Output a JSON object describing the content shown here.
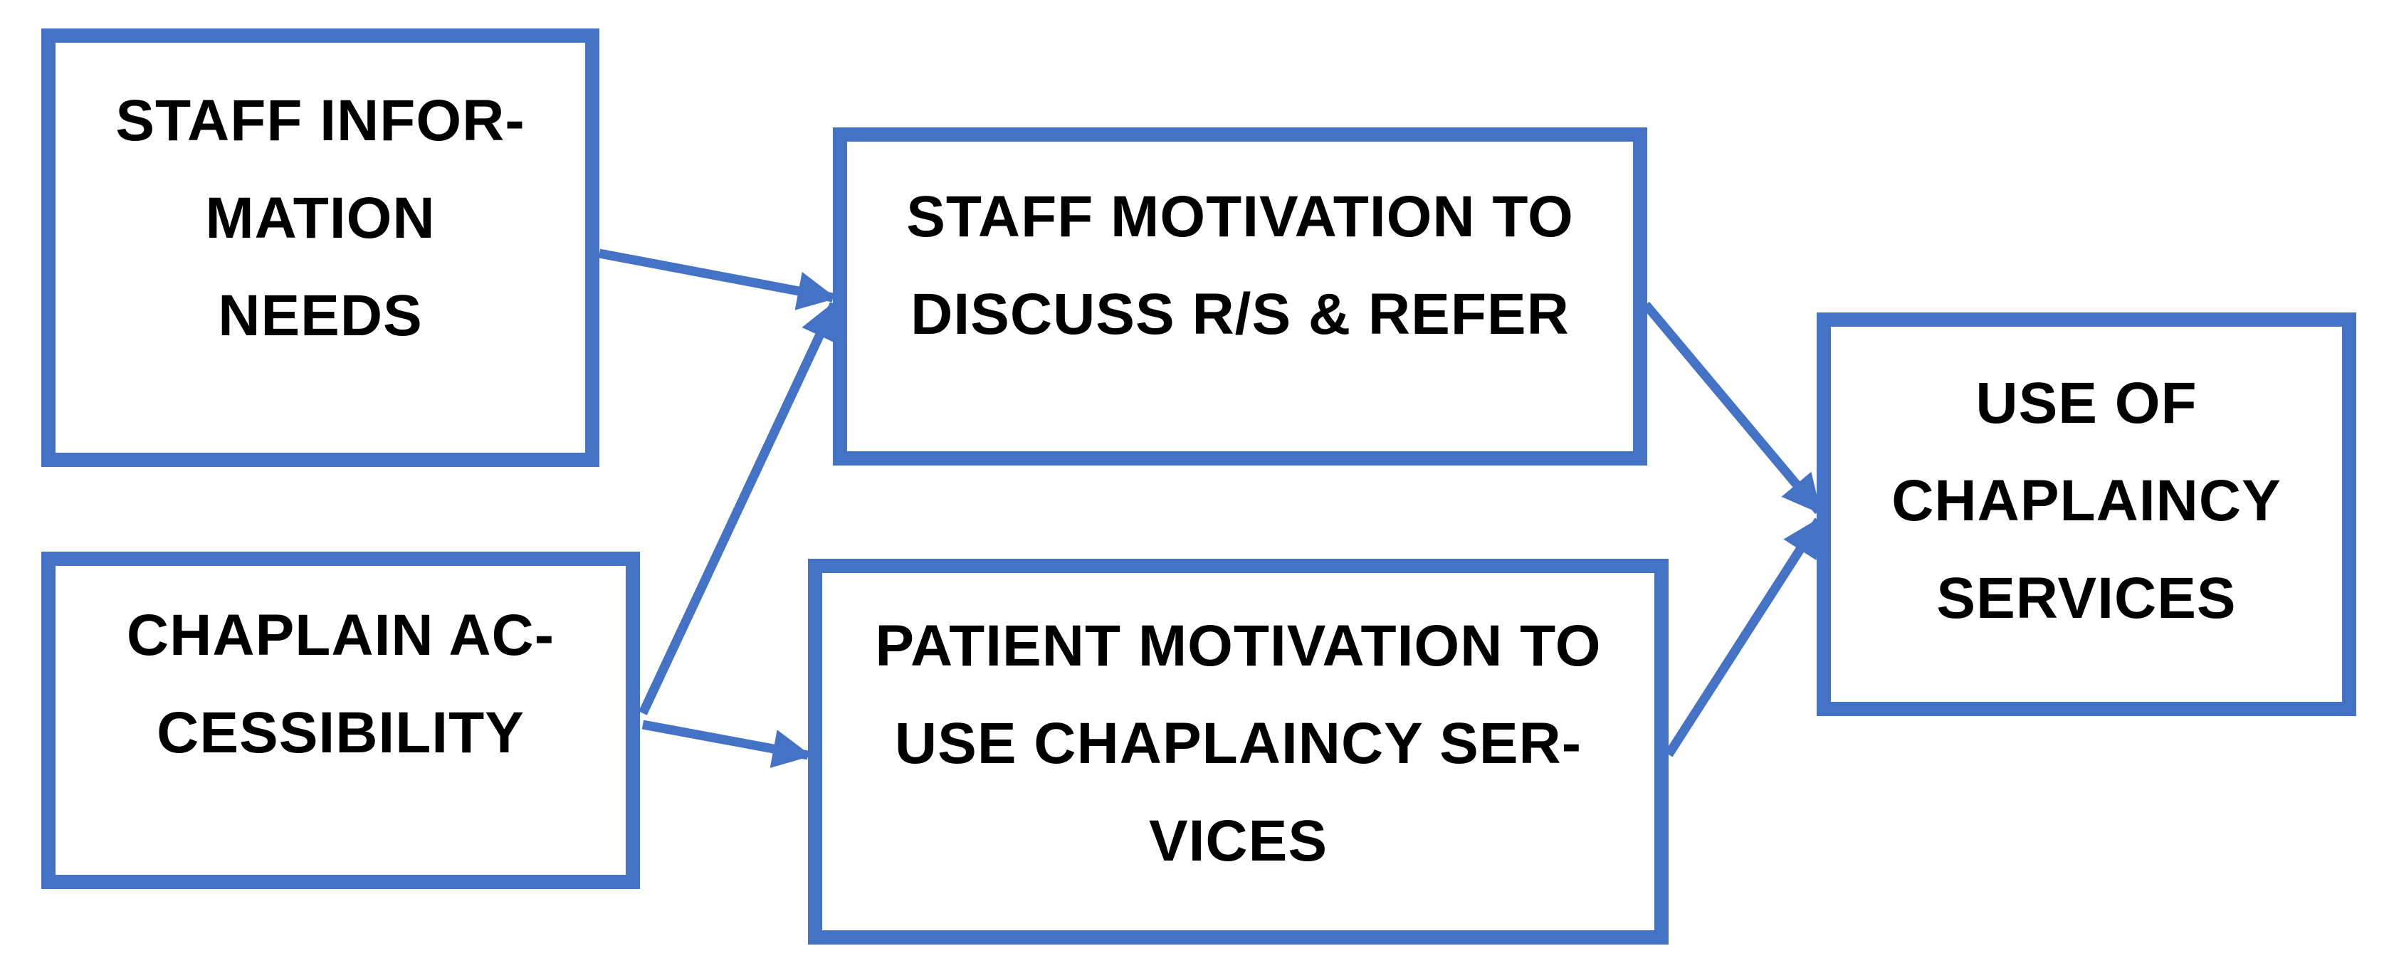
{
  "colors": {
    "box_border": "#4472c4",
    "arrow": "#4472c4",
    "text": "#000000",
    "background": "#ffffff"
  },
  "nodes": {
    "staff_info_needs": {
      "lines": [
        "STAFF INFOR-",
        "MATION",
        "NEEDS"
      ]
    },
    "chaplain_accessibility": {
      "lines": [
        "CHAPLAIN AC-",
        "CESSIBILITY"
      ]
    },
    "staff_motivation": {
      "lines": [
        "STAFF MOTIVATION TO",
        "DISCUSS R/S & REFER"
      ]
    },
    "patient_motivation": {
      "lines": [
        "PATIENT MOTIVATION TO",
        "USE CHAPLAINCY SER-",
        "VICES"
      ]
    },
    "use_of_chaplaincy": {
      "lines": [
        "USE OF",
        "CHAPLAINCY",
        "SERVICES"
      ]
    }
  },
  "edges": [
    {
      "from": "staff_info_needs",
      "to": "staff_motivation"
    },
    {
      "from": "chaplain_accessibility",
      "to": "staff_motivation"
    },
    {
      "from": "chaplain_accessibility",
      "to": "patient_motivation"
    },
    {
      "from": "staff_motivation",
      "to": "use_of_chaplaincy"
    },
    {
      "from": "patient_motivation",
      "to": "use_of_chaplaincy"
    }
  ]
}
